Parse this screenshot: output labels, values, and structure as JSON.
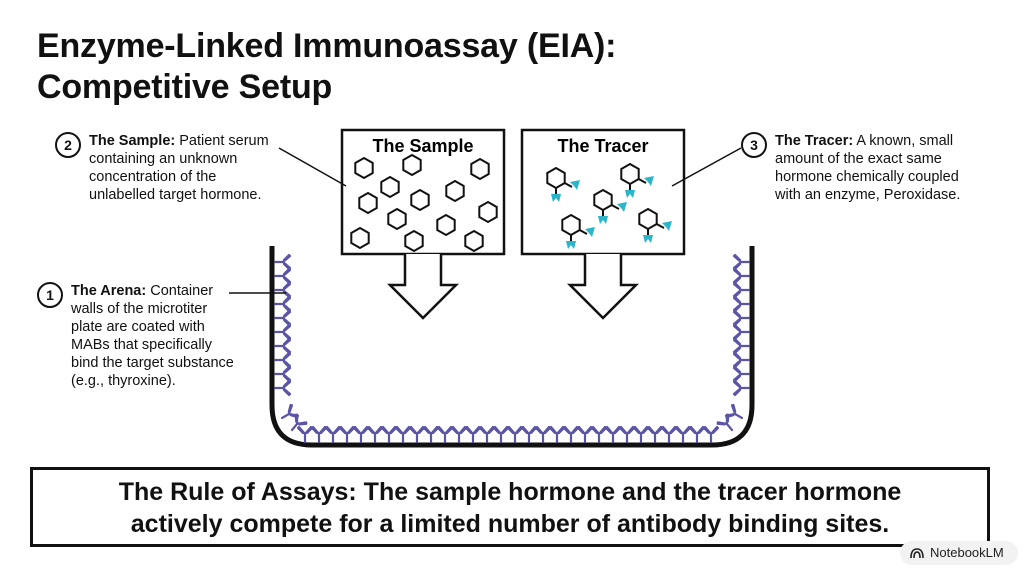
{
  "title": {
    "line1": "Enzyme-Linked Immunoassay (EIA):",
    "line2": "Competitive Setup"
  },
  "callouts": {
    "sample": {
      "number": "2",
      "heading": "The Sample:",
      "text_l1": " Patient serum",
      "text_l2": "containing an unknown",
      "text_l3": "concentration of the",
      "text_l4": "unlabelled target hormone."
    },
    "tracer": {
      "number": "3",
      "heading": "The Tracer:",
      "text_l1": " A known, small",
      "text_l2": "amount of the exact same",
      "text_l3": "hormone chemically coupled",
      "text_l4": "with an enzyme, Peroxidase."
    },
    "arena": {
      "number": "1",
      "heading": "The Arena:",
      "text_l1": " Container",
      "text_l2": "walls of the microtiter",
      "text_l3": "plate are coated with",
      "text_l4": "MABs that specifically",
      "text_l5": "bind the target substance",
      "text_l6": "(e.g., thyroxine)."
    }
  },
  "boxes": {
    "sample_label": "The Sample",
    "tracer_label": "The Tracer"
  },
  "rule": {
    "line1": "The Rule of Assays: The sample hormone and the tracer hormone",
    "line2": "actively compete for a limited number of antibody binding sites."
  },
  "badge": {
    "label": "NotebookLM",
    "icon": "notebooklm-logo-icon"
  },
  "colors": {
    "antibody": "#5b55a6",
    "enzyme": "#2bb5c9",
    "ink": "#111111"
  }
}
